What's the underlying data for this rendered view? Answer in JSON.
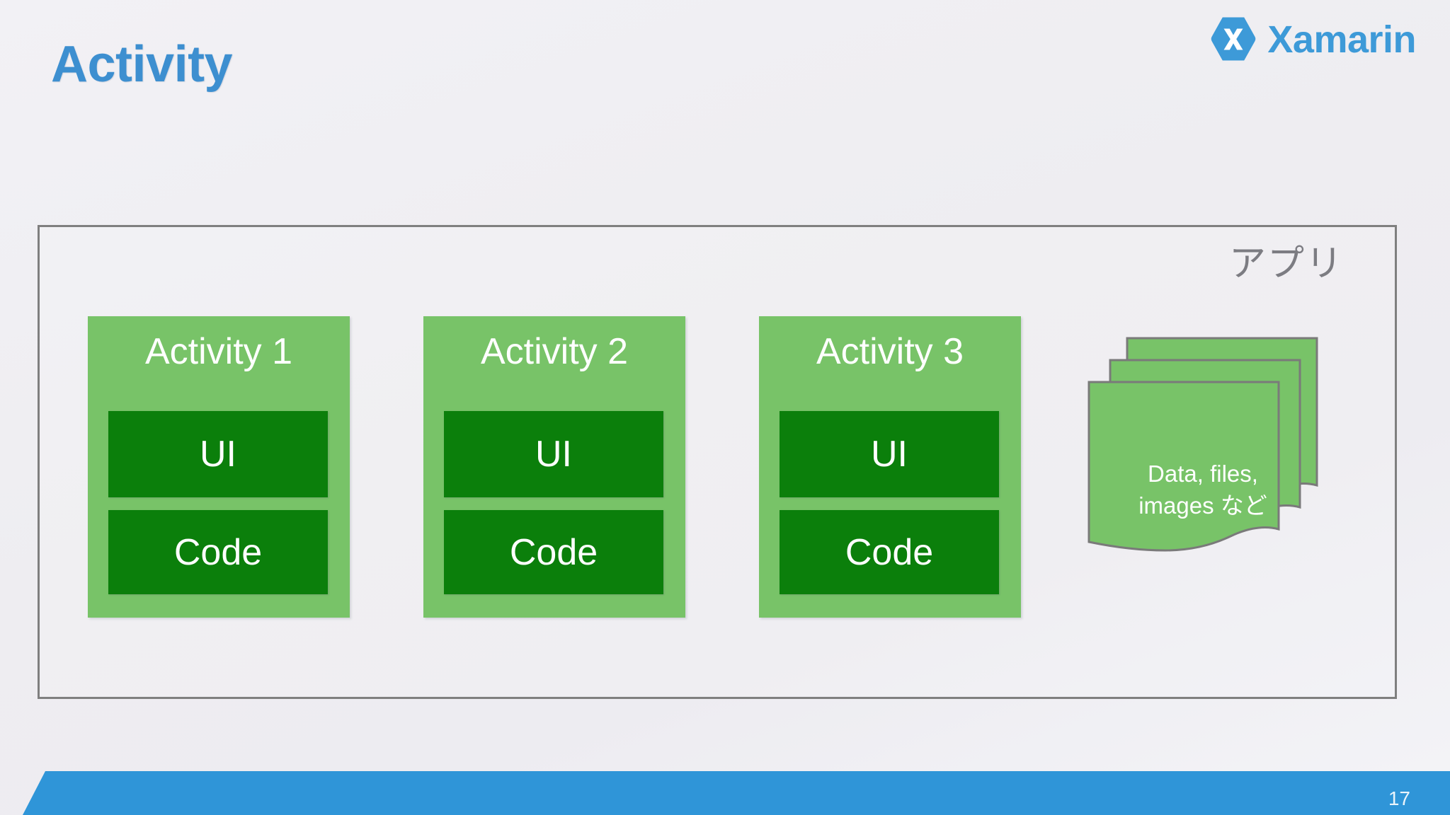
{
  "slide": {
    "title": "Activity",
    "page_number": "17",
    "background_color": "#f0eff3",
    "accent_color": "#3d8fd0"
  },
  "brand": {
    "name": "Xamarin",
    "mark": "hexagon-x-icon",
    "color": "#3d9ad8"
  },
  "diagram": {
    "frame_label": "アプリ",
    "frame_border_color": "#7f7f7f",
    "activity_fill": "#78c368",
    "inner_fill": "#0b7f0b",
    "activities": [
      {
        "title": "Activity 1",
        "parts": [
          {
            "label": "UI"
          },
          {
            "label": "Code"
          }
        ]
      },
      {
        "title": "Activity 2",
        "parts": [
          {
            "label": "UI"
          },
          {
            "label": "Code"
          }
        ]
      },
      {
        "title": "Activity 3",
        "parts": [
          {
            "label": "UI"
          },
          {
            "label": "Code"
          }
        ]
      }
    ],
    "documents": {
      "line1": "Data, files,",
      "line2": "images など",
      "sheet_count": 3
    }
  },
  "footer": {
    "bar_color": "#2f95d8"
  }
}
